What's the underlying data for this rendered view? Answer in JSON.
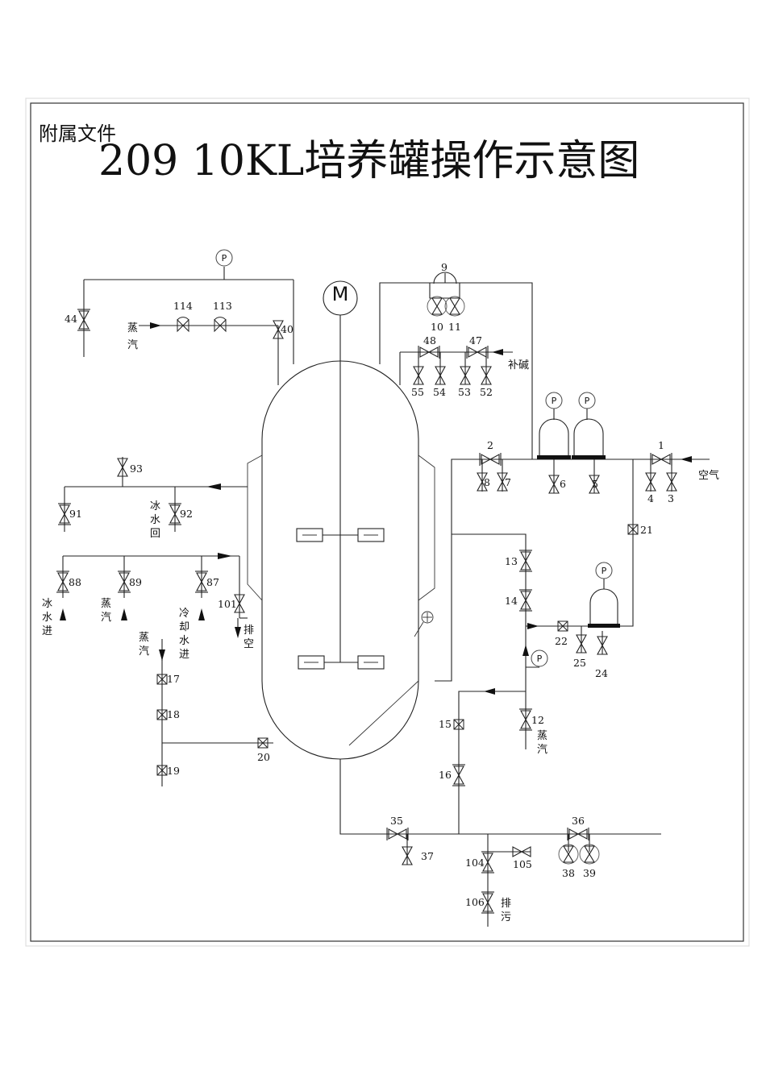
{
  "header": "附属文件",
  "title": "209  10KL培养罐操作示意图",
  "motor": "M",
  "gauge_symbol": "P",
  "labels": {
    "steam": "蒸汽",
    "alkali": "补碱",
    "air": "空气",
    "ice_return": "冰水回",
    "ice_in": "冰水进",
    "cooling_in": "冷却水进",
    "vent": "排空",
    "drain": "排污"
  },
  "valves": {
    "v1": "1",
    "v2": "2",
    "v3": "3",
    "v4": "4",
    "v5": "5",
    "v6": "6",
    "v7": "7",
    "v8": "8",
    "v9": "9",
    "v10": "10",
    "v11": "11",
    "v12": "12",
    "v13": "13",
    "v14": "14",
    "v15": "15",
    "v16": "16",
    "v17": "17",
    "v18": "18",
    "v19": "19",
    "v20": "20",
    "v21": "21",
    "v22": "22",
    "v24": "24",
    "v25": "25",
    "v35": "35",
    "v36": "36",
    "v37": "37",
    "v38": "38",
    "v39": "39",
    "v40": "40",
    "v44": "44",
    "v47": "47",
    "v48": "48",
    "v52": "52",
    "v53": "53",
    "v54": "54",
    "v55": "55",
    "v87": "87",
    "v88": "88",
    "v89": "89",
    "v91": "91",
    "v92": "92",
    "v93": "93",
    "v101": "101",
    "v104": "104",
    "v105": "105",
    "v106": "106",
    "v113": "113",
    "v114": "114"
  }
}
